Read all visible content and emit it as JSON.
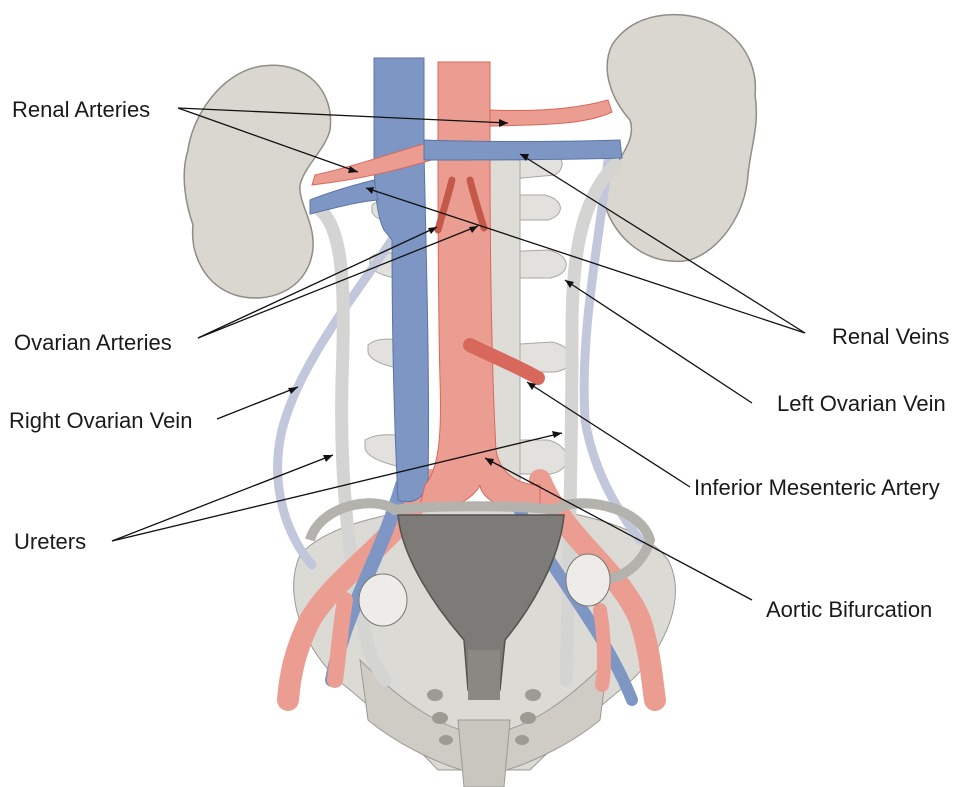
{
  "labels": {
    "renal_arteries": "Renal Arteries",
    "ovarian_arteries": "Ovarian Arteries",
    "right_ovarian_vein": "Right Ovarian Vein",
    "ureters": "Ureters",
    "renal_veins": "Renal Veins",
    "left_ovarian_vein": "Left Ovarian Vein",
    "inferior_mesenteric_artery": "Inferior Mesenteric Artery",
    "aortic_bifurcation": "Aortic Bifurcation"
  },
  "colors": {
    "artery": "#ec9d92",
    "artery_dark": "#d9685c",
    "vein": "#7d96c4",
    "vein_dark": "#5b74a6",
    "ovarian_vein": "#c3c7dc",
    "ureter": "#d7d8d5",
    "kidney": "#d8d6cf",
    "bone": "#e3e1dd",
    "uterus": "#7d7b77",
    "leader": "#111111"
  }
}
